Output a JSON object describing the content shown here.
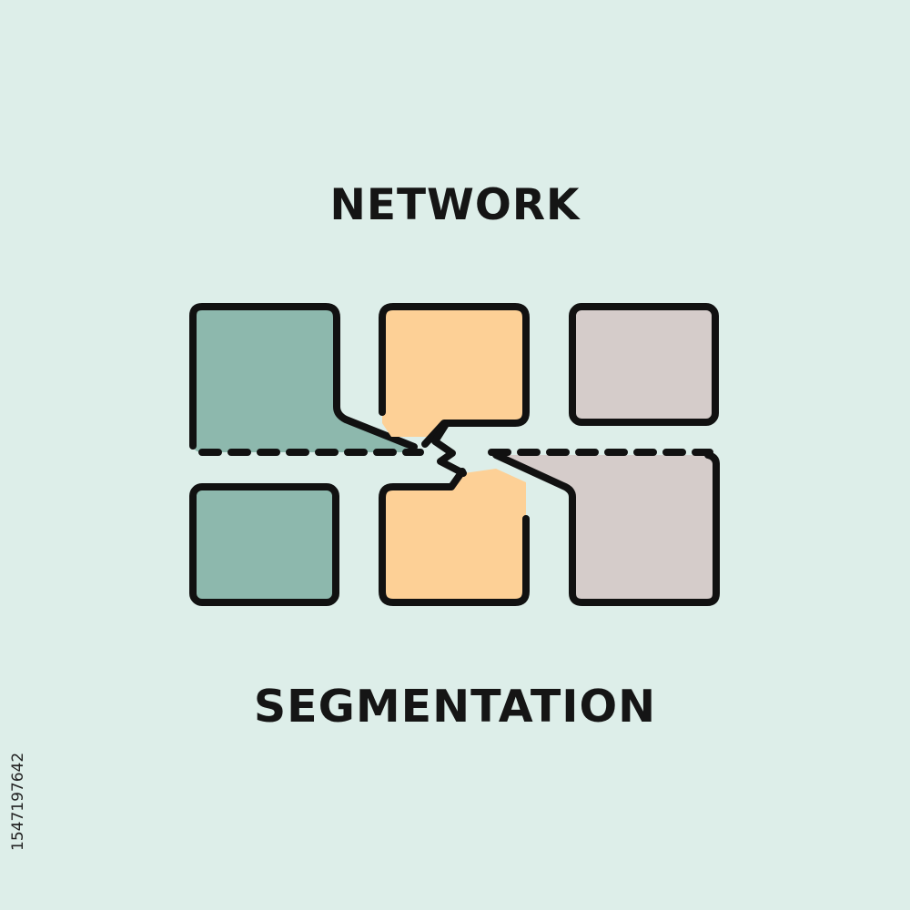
{
  "title_top": "NETWORK",
  "title_bottom": "SEGMENTATION",
  "stock_id": "1547197642",
  "colors": {
    "background": "#ddeee9",
    "segment_teal": "#8db8ad",
    "segment_orange": "#fdd096",
    "segment_gray": "#d5ccca",
    "outline": "#111111"
  },
  "icon": "network-segmentation-icon"
}
